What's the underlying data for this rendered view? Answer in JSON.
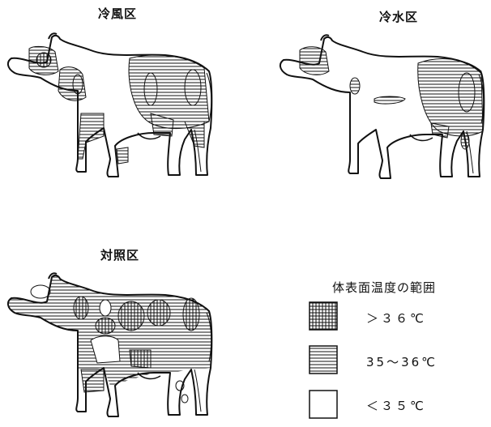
{
  "panels": [
    {
      "id": "cold-air",
      "title": "冷風区"
    },
    {
      "id": "cold-water",
      "title": "冷水区"
    },
    {
      "id": "control",
      "title": "対照区"
    }
  ],
  "legend": {
    "title": "体表面温度の範囲",
    "items": [
      {
        "pattern": "crosshatch",
        "label": "＞３６℃"
      },
      {
        "pattern": "horizontal-lines",
        "label": "35～36℃"
      },
      {
        "pattern": "blank",
        "label": "＜３５℃"
      }
    ]
  },
  "colors": {
    "ink": "#111111",
    "paper": "#ffffff"
  }
}
